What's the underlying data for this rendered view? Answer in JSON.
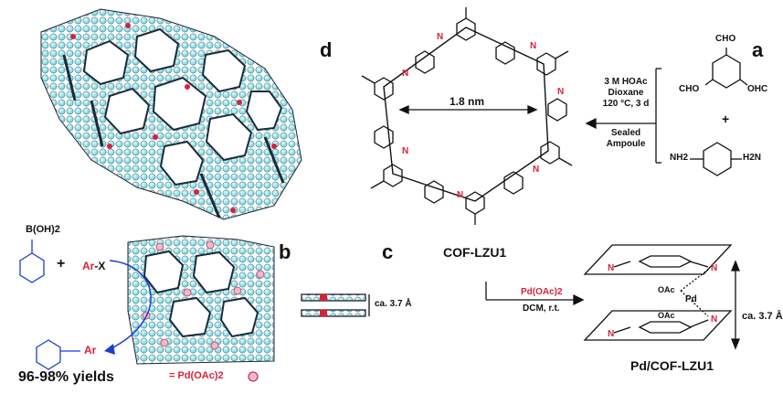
{
  "panels": {
    "a": "a",
    "b": "b",
    "c": "c",
    "d": "d"
  },
  "reaction_a": {
    "reagent_top": {
      "cho1": "CHO",
      "cho2": "OHC",
      "cho3": "CHO"
    },
    "plus": "+",
    "reagent_bottom": {
      "nh2_left": "H2N",
      "nh2_right": "NH2"
    },
    "conditions": [
      "3 M HOAc",
      "Dioxane",
      "120 °C, 3 d",
      "Sealed",
      "Ampoule"
    ]
  },
  "cof": {
    "pore_size": "1.8 nm",
    "name": "COF-LZU1",
    "n_label": "N"
  },
  "reaction_pd": {
    "reagent": "Pd(OAc)2",
    "conditions": "DCM, r.t.",
    "product": "Pd/COF-LZU1",
    "interlayer": "ca. 3.7 Å",
    "oac_top": "OAc",
    "oac_bottom": "OAc",
    "pd": "Pd"
  },
  "stack": {
    "interlayer": "ca. 3.7 Å"
  },
  "catalysis": {
    "boronic": "B(OH)2",
    "plus": "+",
    "halide_ar": "Ar",
    "halide_x": "-X",
    "product_ar": "Ar",
    "yields": "96-98% yields",
    "legend_eq": "= Pd(OAc)2"
  },
  "colors": {
    "red": "#d9213a",
    "blue": "#1a3fcf",
    "cyan": "#8fe6ee"
  }
}
